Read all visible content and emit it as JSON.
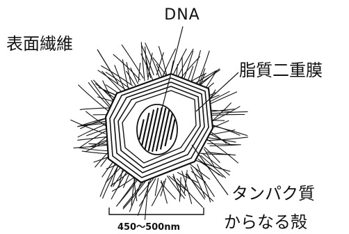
{
  "labels": {
    "dna": "DNA",
    "surface_fibers": "表面繊維",
    "lipid_membrane": "脂質二重膜",
    "protein_shell_line1": "タンパク質",
    "protein_shell_line2": "からなる殻",
    "scale": "450～500nm"
  },
  "colors": {
    "ink": "#111111",
    "background": "#ffffff"
  }
}
